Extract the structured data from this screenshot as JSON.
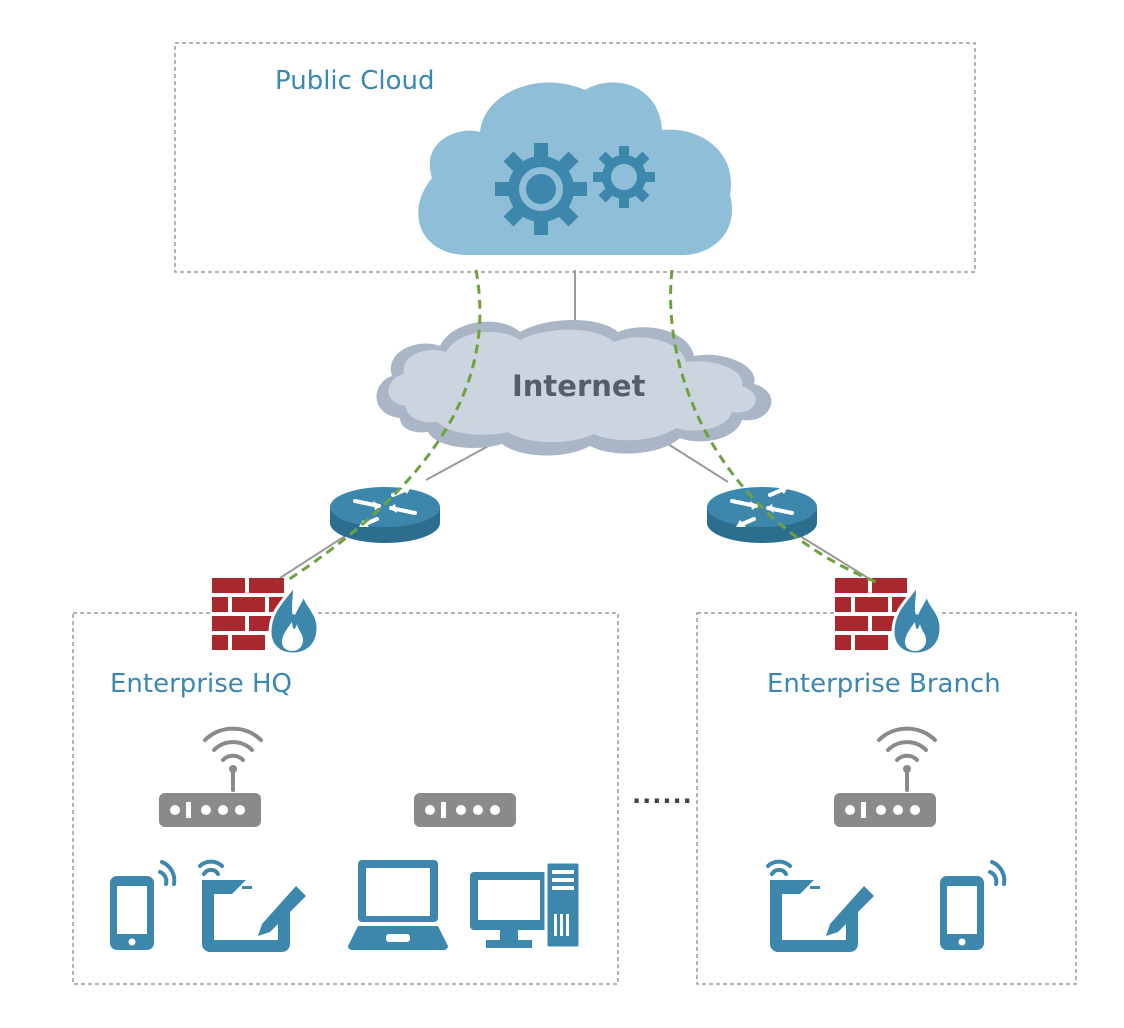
{
  "labels": {
    "public_cloud": "Public Cloud",
    "internet": "Internet",
    "enterprise_hq": "Enterprise HQ",
    "enterprise_branch": "Enterprise Branch",
    "ellipsis": "......"
  },
  "colors": {
    "label_blue": "#3a87b4",
    "device_blue": "#3d87ad",
    "cloud_light": "#8fbfd8",
    "internet_cloud": "#ccd4df",
    "firewall_red": "#a8282e",
    "switch_gray": "#8a8a8a",
    "tunnel_green": "#6ea23f",
    "link_gray": "#9a9a9a"
  },
  "icons": [
    "cloud-icon",
    "gear-icon",
    "internet-cloud-icon",
    "router-icon",
    "firewall-icon",
    "flame-icon",
    "wifi-icon",
    "access-point-icon",
    "switch-icon",
    "phone-icon",
    "tablet-pen-icon",
    "laptop-icon",
    "desktop-icon"
  ]
}
